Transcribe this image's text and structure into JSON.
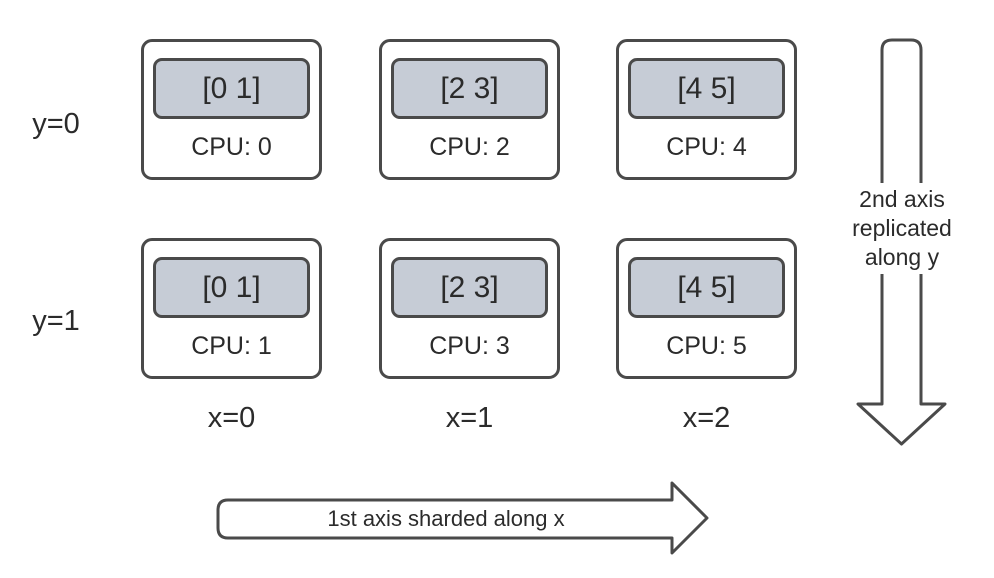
{
  "diagram": {
    "rows": [
      {
        "label": "y=0",
        "devices": [
          {
            "shard": "[0 1]",
            "cpu": "CPU: 0"
          },
          {
            "shard": "[2 3]",
            "cpu": "CPU: 2"
          },
          {
            "shard": "[4 5]",
            "cpu": "CPU: 4"
          }
        ]
      },
      {
        "label": "y=1",
        "devices": [
          {
            "shard": "[0 1]",
            "cpu": "CPU: 1"
          },
          {
            "shard": "[2 3]",
            "cpu": "CPU: 3"
          },
          {
            "shard": "[4 5]",
            "cpu": "CPU: 5"
          }
        ]
      }
    ],
    "column_labels": [
      "x=0",
      "x=1",
      "x=2"
    ],
    "x_axis_arrow": {
      "label": "1st axis sharded along x",
      "direction": "right"
    },
    "y_axis_arrow": {
      "lines": [
        "2nd axis",
        "replicated",
        "along y"
      ],
      "direction": "down"
    },
    "colors": {
      "outline": "#4a4a4a",
      "chip": "#c6ccd6",
      "ink": "#2b2b2b",
      "bg": "#ffffff"
    }
  }
}
